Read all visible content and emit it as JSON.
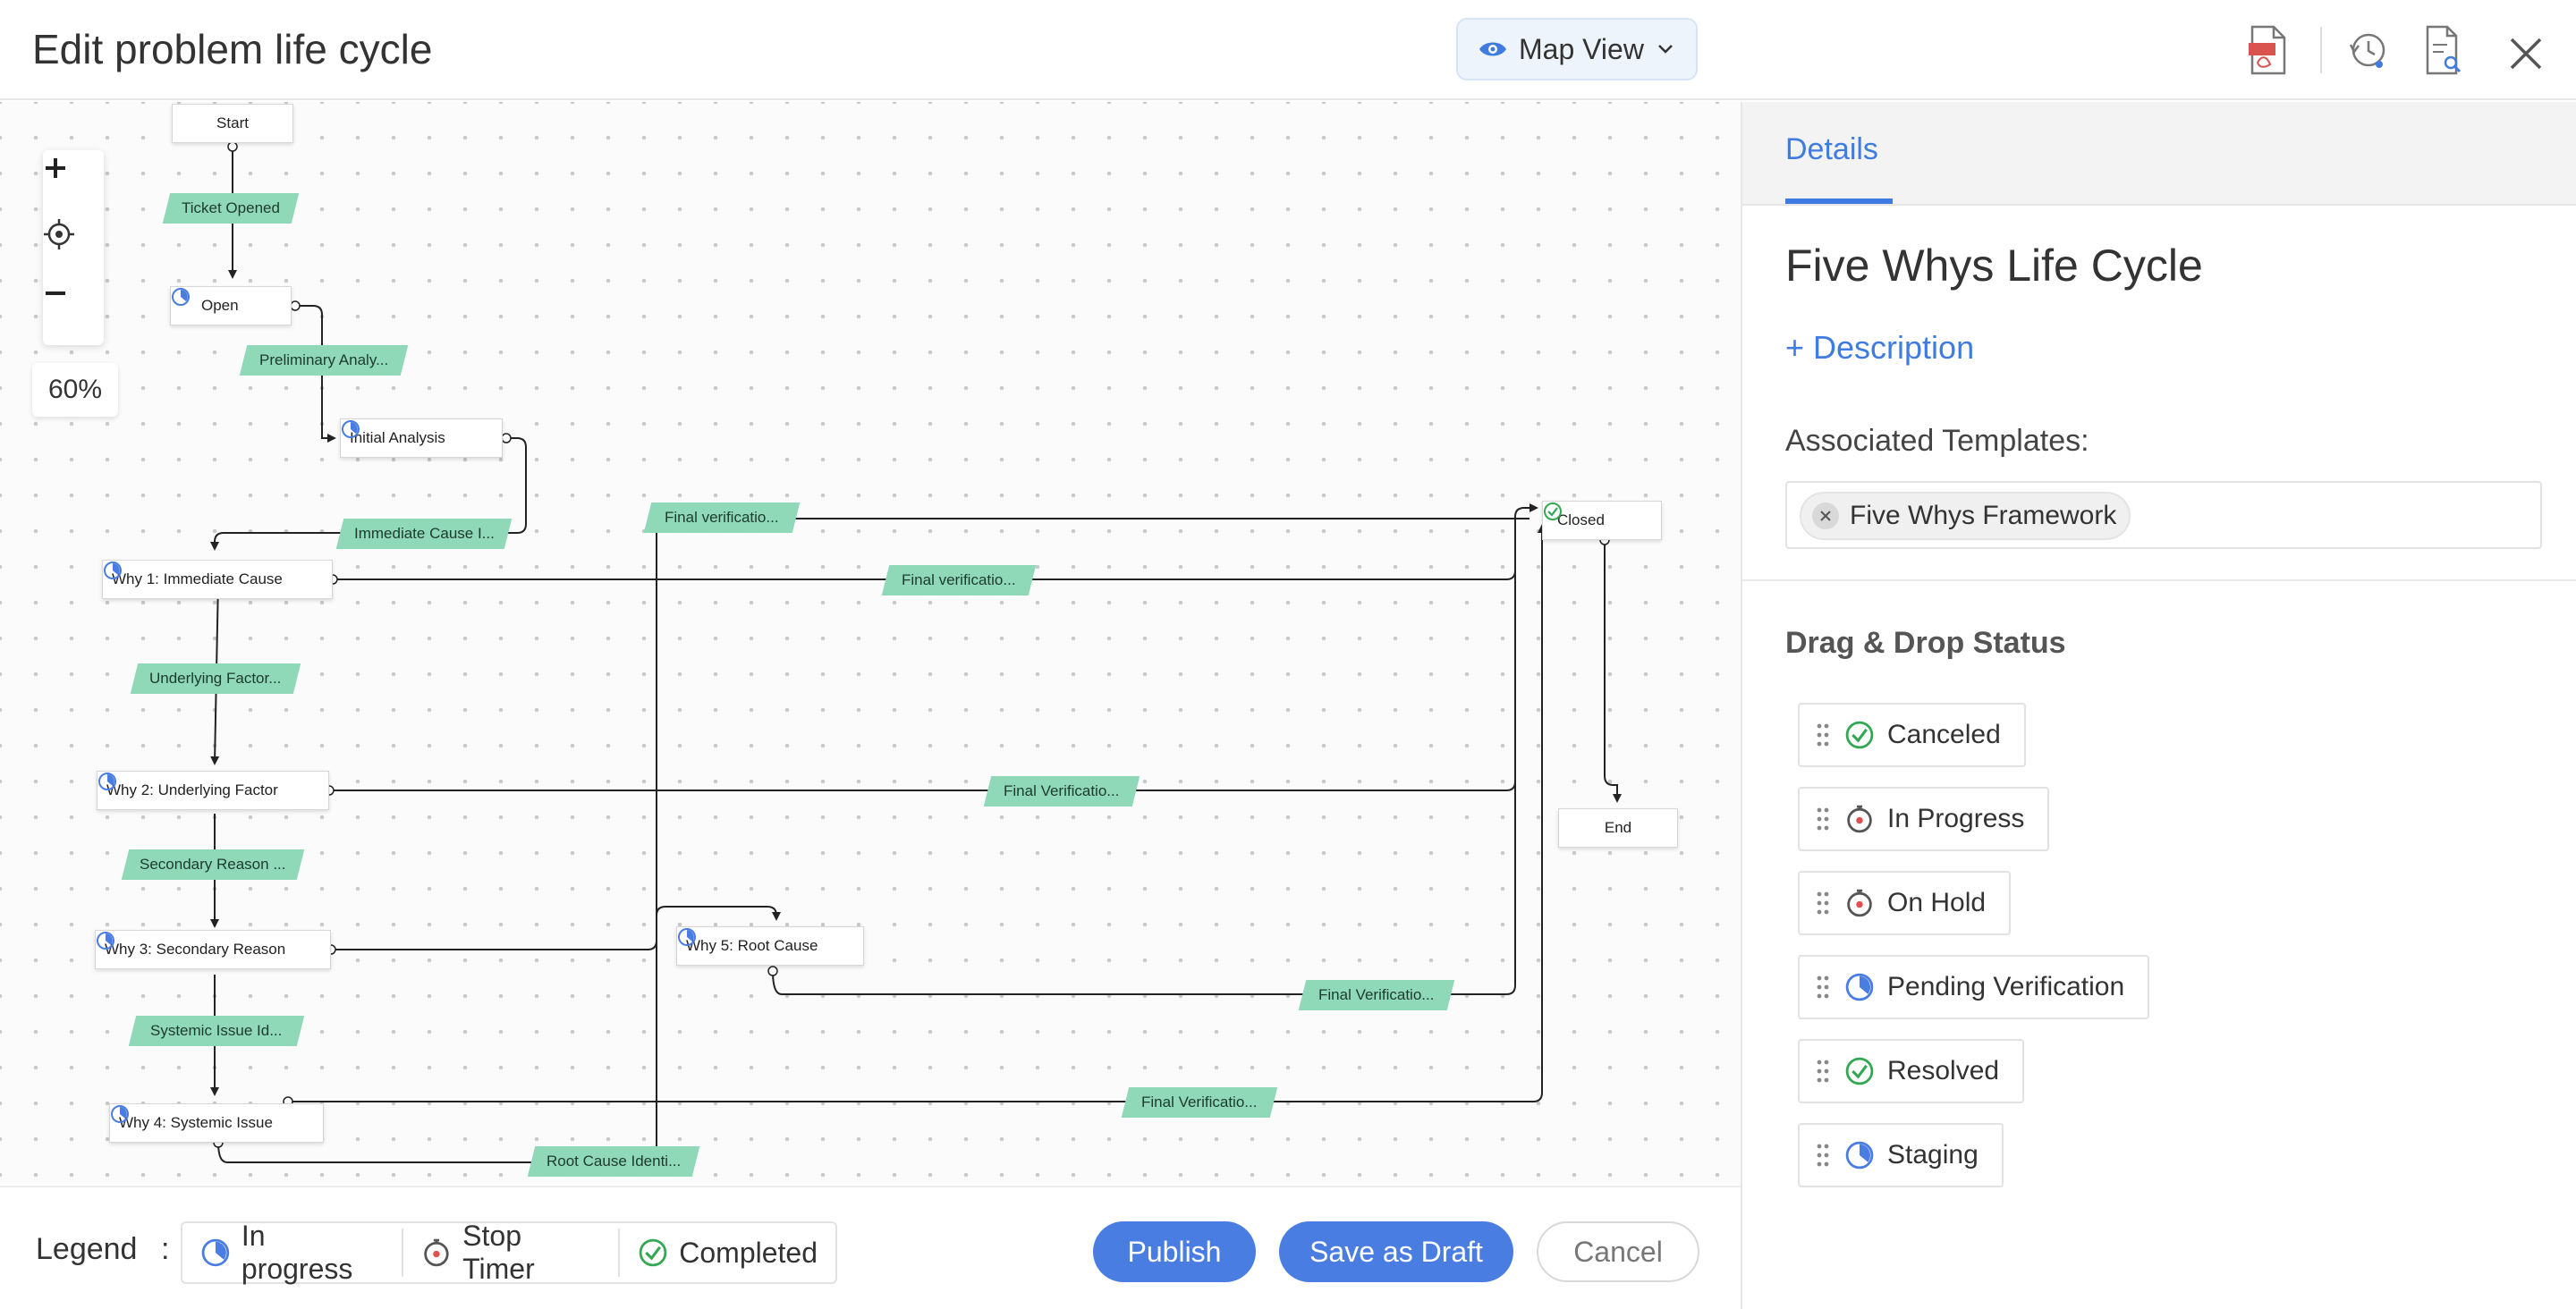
{
  "header": {
    "title": "Edit problem life cycle",
    "view_label": "Map View"
  },
  "canvas": {
    "zoom_level": "60%",
    "nodes": {
      "start": "Start",
      "open": "Open",
      "initial_analysis": "Initial Analysis",
      "closed": "Closed",
      "why1": "Why 1: Immediate Cause",
      "why2": "Why 2: Underlying Factor",
      "end": "End",
      "why3": "Why 3: Secondary Reason",
      "why5": "Why 5: Root Cause",
      "why4": "Why 4: Systemic Issue"
    },
    "transitions": {
      "t1": "Ticket Opened",
      "t2": "Preliminary Analy...",
      "t3": "Immediate Cause I...",
      "t4": "Final verificatio...",
      "t5": "Final verificatio...",
      "t6": "Underlying Factor...",
      "t7": "Final Verificatio...",
      "t8": "Secondary Reason ...",
      "t9": "Final Verificatio...",
      "t10": "Systemic Issue Id...",
      "t11": "Final Verificatio...",
      "t12": "Root Cause Identi..."
    }
  },
  "footer": {
    "legend_label": "Legend",
    "legend_colon": ":",
    "legend": {
      "in_progress": "In progress",
      "stop_timer": "Stop Timer",
      "completed": "Completed"
    },
    "publish": "Publish",
    "save_draft": "Save as Draft",
    "cancel": "Cancel"
  },
  "panel": {
    "tab": "Details",
    "lifecycle_name": "Five Whys Life Cycle",
    "add_description": "+ Description",
    "associated_templates_label": "Associated Templates:",
    "template_chip": "Five Whys Framework",
    "drag_drop_label": "Drag & Drop Status",
    "statuses": [
      "Canceled",
      "In Progress",
      "On Hold",
      "Pending Verification",
      "Resolved",
      "Staging"
    ]
  },
  "colors": {
    "accent": "#4a7de2",
    "transition": "#8fd8b8",
    "in_progress": "#4a7de2",
    "stop_timer": "#e05050",
    "completed": "#33a852"
  }
}
